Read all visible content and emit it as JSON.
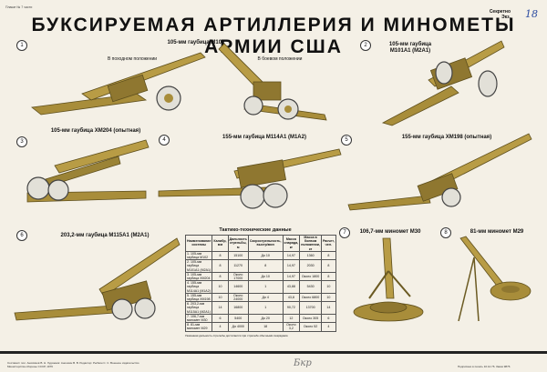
{
  "header": {
    "top_note": "Плакат № 7 части",
    "title": "БУКСИРУЕМАЯ АРТИЛЛЕРИЯ И МИНОМЕТЫ АРМИИ США",
    "secret_label": "Секретно",
    "secret_sub": "Экз.",
    "hand_number": "18"
  },
  "panels": {
    "p1": {
      "num": "1",
      "title": "105-мм гаубица М102",
      "left_label": "В походном положении",
      "right_label": "В боевом положении"
    },
    "p2": {
      "num": "2",
      "title": "105-мм гаубица М101А1 (М2А1)"
    },
    "p3": {
      "num": "3",
      "title": "105-мм гаубица ХМ204 (опытная)"
    },
    "p4": {
      "num": "4",
      "title": "155-мм гаубица М114А1 (М1А2)"
    },
    "p5": {
      "num": "5",
      "title": "155-мм гаубица ХМ198 (опытная)"
    },
    "p6": {
      "num": "6",
      "title": "203,2-мм гаубица М115А1 (М2А1)"
    },
    "p7": {
      "num": "7",
      "title": "106,7-мм миномет М30"
    },
    "p8": {
      "num": "8",
      "title": "81-мм миномет М29"
    }
  },
  "table": {
    "title": "Тактико-технические данные",
    "headers": [
      "Наименование системы",
      "Калибр, мм",
      "Дальность стрельбы, м",
      "Скорострельность, выстр/мин",
      "Масса снаряда, кг",
      "Масса в боевом положении, кг",
      "Расчет, чел."
    ],
    "rows": [
      [
        "1. 105-мм гаубица М102",
        "8",
        "15100",
        "До 10",
        "14,97",
        "1360",
        "8"
      ],
      [
        "2. 105-мм гаубица М101А1 (М2А1)",
        "8",
        "11270",
        "8",
        "14,97",
        "2030",
        "8"
      ],
      [
        "3. 105-мм гаубица ХМ204",
        "8",
        "Около 17000",
        "До 10",
        "14,97",
        "Около 1800",
        "8"
      ],
      [
        "4. 155-мм гаубица М114А1 (М1А2)",
        "10",
        "14600",
        "1",
        "43,88",
        "5430",
        "10"
      ],
      [
        "5. 155-мм гаубица ХМ198",
        "10",
        "Около 24000",
        "До 4",
        "43,8",
        "Около 6800",
        "10"
      ],
      [
        "6. 203,2-мм гаубица М115А1 (М2А1)",
        "14",
        "16800",
        "1",
        "90,72",
        "13700",
        "14"
      ],
      [
        "7. 106,7-мм миномет М30",
        "6",
        "5400",
        "До 20",
        "12",
        "Около 305",
        "6"
      ],
      [
        "8. 81-мм миномет М29",
        "4",
        "До 4000",
        "18",
        "Около 3,2",
        "Около 52",
        "4"
      ]
    ],
    "notes": "Указанная дальность стрельбы достигается при стрельбе обычными снарядами."
  },
  "footer": {
    "left": "Составил: пол. Анисимов В. Н. Художник: Аношкин В. В. Редактор: Рыбкин С. С. Военное издательство Министерства обороны СССР, 1976",
    "right": "Подписано в печать 10.12.76. Заказ 9876",
    "pencil": "Бкр"
  },
  "colors": {
    "gun_olive": "#a88d3a",
    "gun_dark": "#6b5a22",
    "gun_light": "#cdb76a",
    "tire": "#e2e0d8"
  }
}
